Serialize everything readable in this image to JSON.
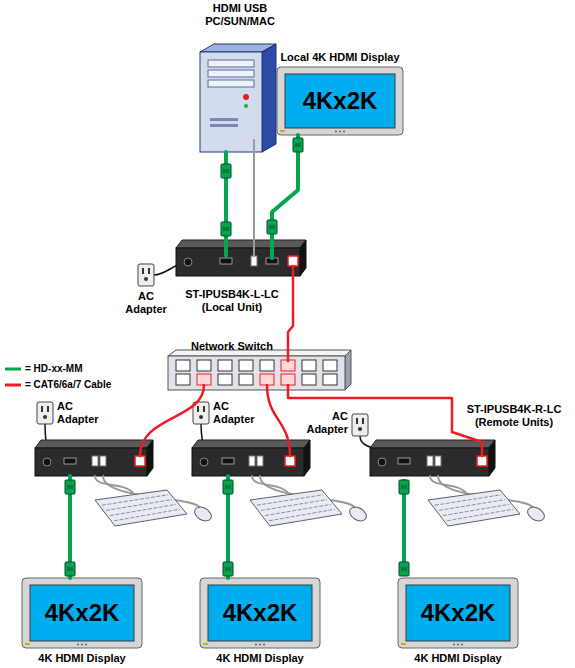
{
  "diagram": {
    "nodes": [
      {
        "text": [
          "HDMI USB PC/SUN/MAC"
        ]
      },
      {
        "text": [
          "Local 4K HDMI Display",
          "4Kx2K"
        ]
      },
      {
        "text": [
          "ST-IPUSB4K-L-LC (Local Unit)"
        ]
      },
      {
        "text": [
          "Network Switch"
        ]
      },
      {
        "text": [
          "ST-IPUSB4K-R-LC (Remote Units)"
        ]
      },
      {
        "text": [
          "4Kx2K",
          "4K HDMI Display"
        ]
      },
      {
        "text": [
          "4Kx2K",
          "4K HDMI Display"
        ]
      },
      {
        "text": [
          "4Kx2K",
          "4K HDMI Display"
        ]
      }
    ],
    "edges": [
      {
        "from": 0,
        "to": 2,
        "arrow": "none"
      },
      {
        "from": 0,
        "to": 2,
        "arrow": "none"
      },
      {
        "from": 1,
        "to": 2,
        "arrow": "none"
      },
      {
        "from": 2,
        "to": 3,
        "arrow": "none"
      },
      {
        "from": 3,
        "to": 4,
        "arrow": "none"
      },
      {
        "from": 4,
        "to": 7,
        "arrow": "none"
      }
    ],
    "labels": [
      "AC Adapter",
      "AC Adapter",
      "AC Adapter",
      "AC Adapter"
    ],
    "legend": [
      {
        "text": "= HD-xx-MM",
        "color": "#00a651"
      },
      {
        "text": "= CAT6/6a/7 Cable",
        "color": "#ed1c24"
      }
    ]
  }
}
